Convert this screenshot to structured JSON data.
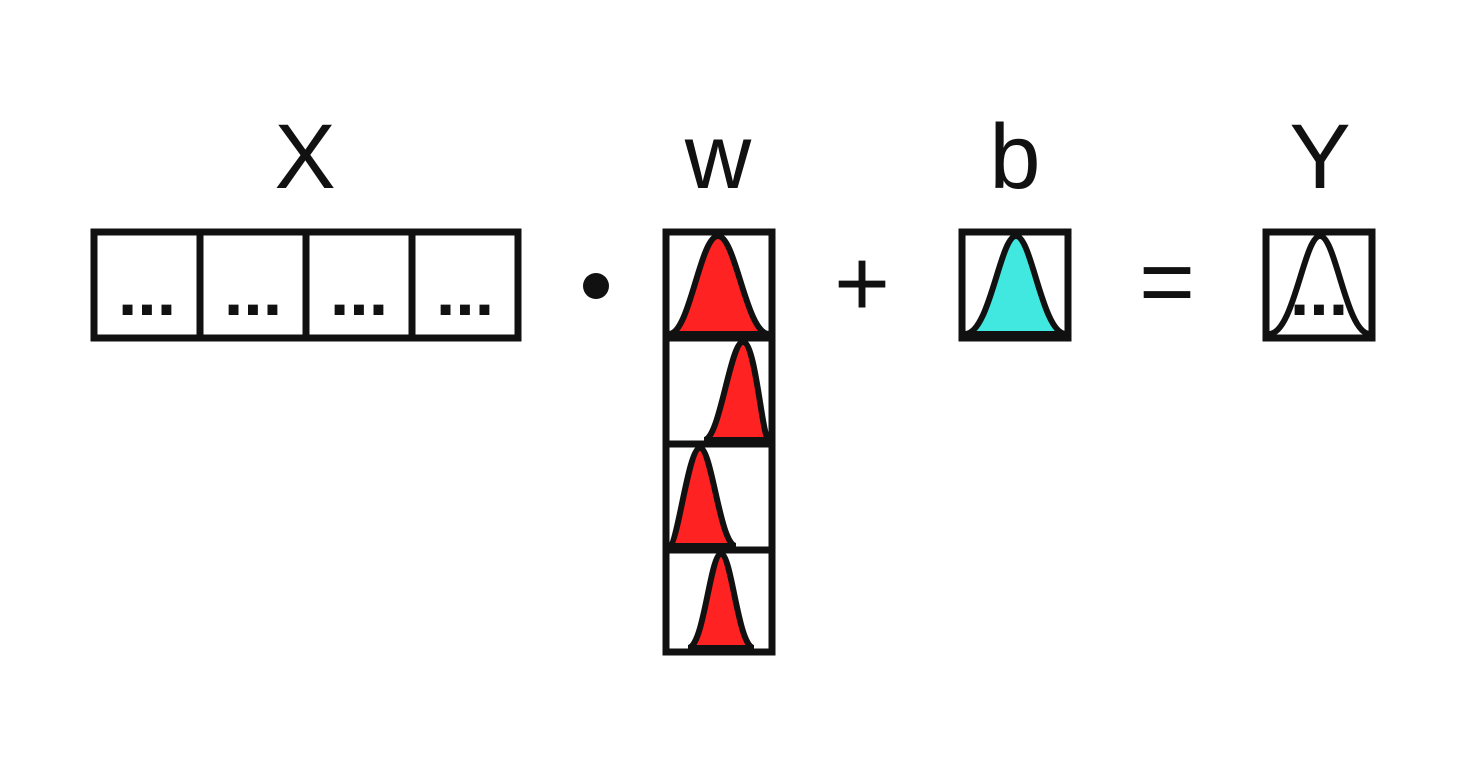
{
  "labels": {
    "x": "X",
    "w": "w",
    "b": "b",
    "y": "Y"
  },
  "operators": {
    "plus": "+",
    "equals": "="
  },
  "cell_text": "...",
  "x_cells": [
    "...",
    "...",
    "...",
    "..."
  ],
  "y_cell": "...",
  "colors": {
    "w_fill": "#ff2222",
    "b_fill": "#40e8e0",
    "stroke": "#111111"
  }
}
